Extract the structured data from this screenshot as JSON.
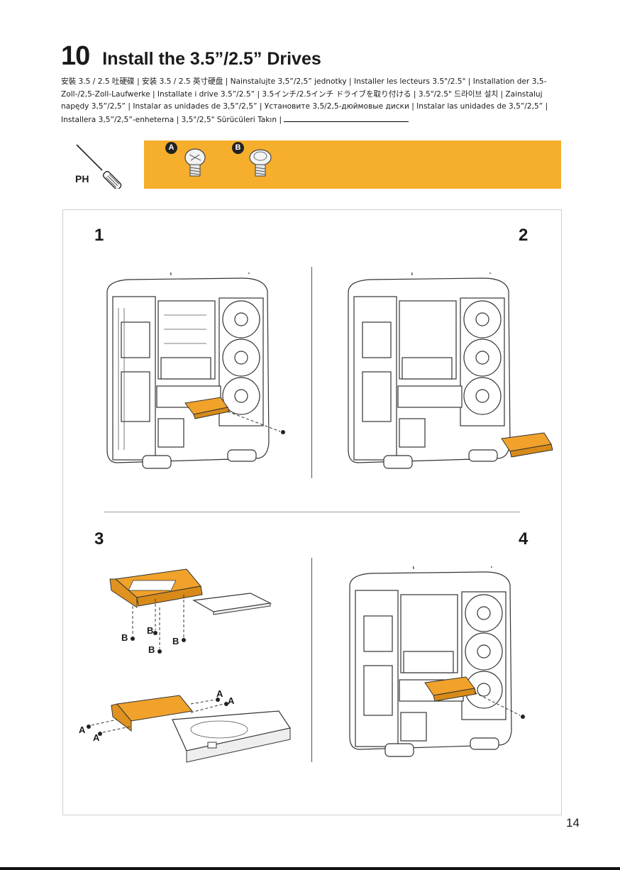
{
  "header": {
    "step_number": "10",
    "title": "Install the 3.5”/2.5” Drives",
    "languages": [
      "安裝 3.5 / 2.5 吐硬碟",
      "安装 3.5 / 2.5 英寸硬盘",
      "Nainstalujte 3,5”/2,5” jednotky",
      "Installer les lecteurs 3.5\"/2.5\"",
      "Installation der 3,5-Zoll-/2,5-Zoll-Laufwerke",
      "Installate i drive 3.5”/2.5”",
      "3.5インチ/2.5インチ ドライブを取り付ける",
      "3.5\"/2.5\" 드라이브 설치",
      "Zainstaluj napędy 3,5”/2,5”",
      "Instalar as unidades de 3,5”/2,5”",
      "Установите 3,5/2,5-дюймовые диски",
      "Instalar las unidades de 3,5”/2,5”",
      "Installera  3,5”/2,5”-enheterna",
      "3,5\"/2,5\" Sürücüleri Takın"
    ],
    "separator": " | "
  },
  "tools": {
    "screwdriver_label": "PH",
    "screws": [
      {
        "label": "A"
      },
      {
        "label": "B"
      }
    ],
    "band_color": "#f6ae2d"
  },
  "steps": [
    {
      "number": "1"
    },
    {
      "number": "2"
    },
    {
      "number": "3"
    },
    {
      "number": "4"
    }
  ],
  "step3_labels": {
    "b": "B",
    "a": "A"
  },
  "colors": {
    "accent": "#f6ae2d",
    "bracket": "#f0a22a",
    "line": "#1a1a1a"
  },
  "page_number": "14"
}
